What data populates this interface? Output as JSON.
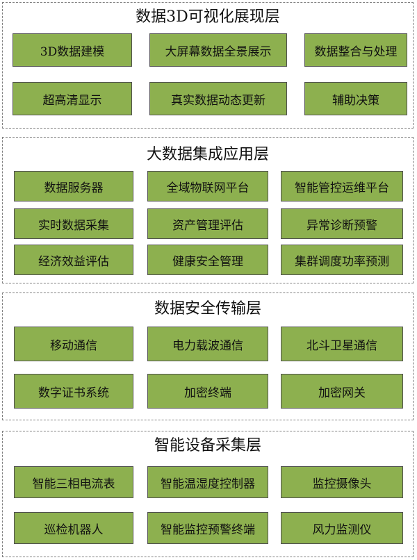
{
  "layers": [
    {
      "title": "数据3D可视化展现层",
      "items": [
        "3D数据建模",
        "大屏幕数据全景展示",
        "数据整合与处理",
        "超高清显示",
        "真实数据动态更新",
        "辅助决策"
      ]
    },
    {
      "title": "大数据集成应用层",
      "items": [
        "数据服务器",
        "全域物联网平台",
        "智能管控运维平台",
        "实时数据采集",
        "资产管理评估",
        "异常诊断预警",
        "经济效益评估",
        "健康安全管理",
        "集群调度功率预测"
      ]
    },
    {
      "title": "数据安全传输层",
      "items": [
        "移动通信",
        "电力载波通信",
        "北斗卫星通信",
        "数字证书系统",
        "加密终端",
        "加密网关"
      ]
    },
    {
      "title": "智能设备采集层",
      "items": [
        "智能三相电流表",
        "智能温湿度控制器",
        "监控摄像头",
        "巡检机器人",
        "智能监控预警终端",
        "风力监测仪"
      ]
    }
  ],
  "colors": {
    "box_fill": "#8db04f",
    "border": "#7f7f7f"
  }
}
